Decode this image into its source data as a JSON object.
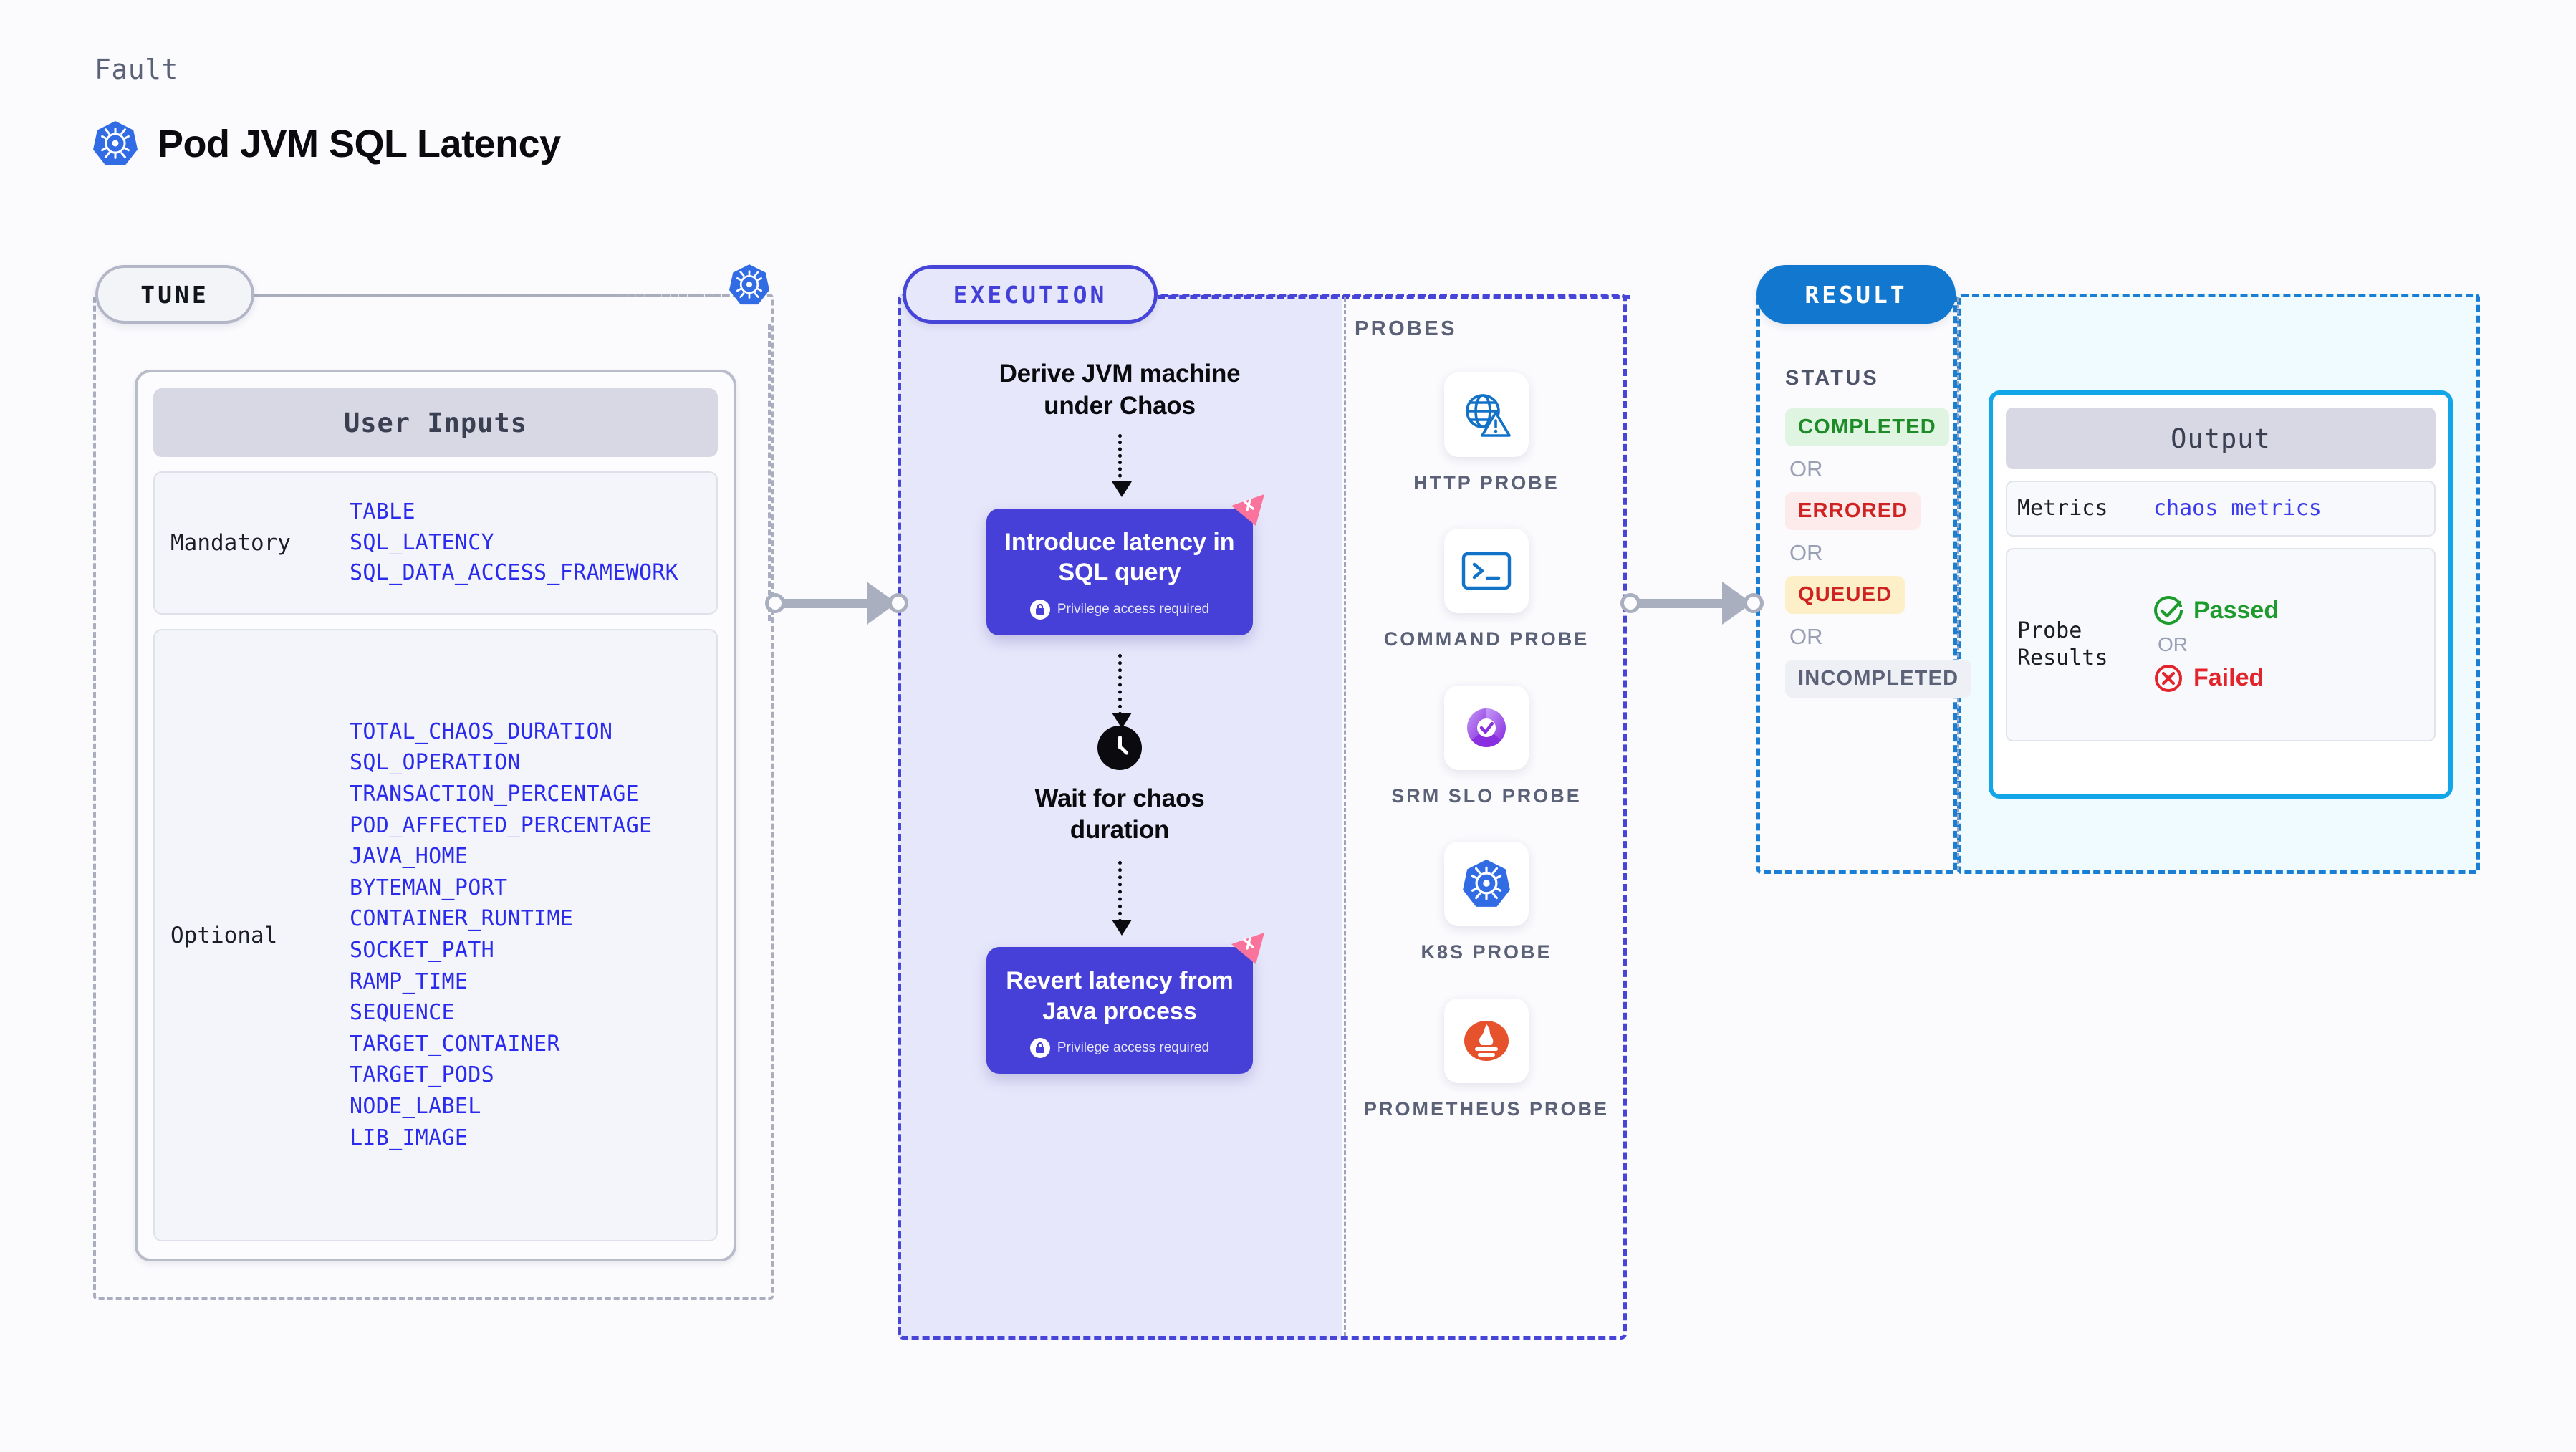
{
  "header": {
    "kicker": "Fault",
    "title": "Pod JVM SQL Latency",
    "icon": "kubernetes-icon"
  },
  "tune": {
    "pill_label": "TUNE",
    "card_title": "User Inputs",
    "groups": [
      {
        "label": "Mandatory",
        "params": [
          "TABLE",
          "SQL_LATENCY",
          "SQL_DATA_ACCESS_FRAMEWORK"
        ]
      },
      {
        "label": "Optional",
        "params": [
          "TOTAL_CHAOS_DURATION",
          "SQL_OPERATION",
          "TRANSACTION_PERCENTAGE",
          "POD_AFFECTED_PERCENTAGE",
          "JAVA_HOME",
          "BYTEMAN_PORT",
          "CONTAINER_RUNTIME",
          "SOCKET_PATH",
          "RAMP_TIME",
          "SEQUENCE",
          "TARGET_CONTAINER",
          "TARGET_PODS",
          "NODE_LABEL",
          "LIB_IMAGE"
        ]
      }
    ]
  },
  "execution": {
    "pill_label": "EXECUTION",
    "step_1": "Derive JVM machine\nunder Chaos",
    "chaos_1": {
      "title": "Introduce latency in SQL query",
      "note": "Privilege access required"
    },
    "wait": "Wait for chaos\nduration",
    "chaos_2": {
      "title": "Revert latency from Java process",
      "note": "Privilege access required"
    }
  },
  "probes": {
    "label": "PROBES",
    "items": [
      {
        "name": "HTTP PROBE",
        "icon": "globe-warning-icon"
      },
      {
        "name": "COMMAND PROBE",
        "icon": "terminal-icon"
      },
      {
        "name": "SRM SLO PROBE",
        "icon": "slo-check-icon"
      },
      {
        "name": "K8S PROBE",
        "icon": "kubernetes-icon"
      },
      {
        "name": "PROMETHEUS PROBE",
        "icon": "prometheus-icon"
      }
    ]
  },
  "result": {
    "pill_label": "RESULT",
    "status_label": "STATUS",
    "or": "OR",
    "statuses": [
      "COMPLETED",
      "ERRORED",
      "QUEUED",
      "INCOMPLETED"
    ],
    "output": {
      "title": "Output",
      "metrics_key": "Metrics",
      "metrics_value": "chaos metrics",
      "probe_key": "Probe\nResults",
      "passed": "Passed",
      "failed": "Failed",
      "or": "OR"
    }
  },
  "colors": {
    "k8s_blue": "#326ce5",
    "exec_purple": "#4740d8",
    "exec_fill": "#e7e7fb",
    "result_blue": "#1278cf",
    "result_fill": "#effbfe",
    "output_border": "#12a6e8",
    "flag_pink": "#f9739d",
    "param_blue": "#2b2bee",
    "pass_green": "#1d9b2c",
    "fail_red": "#e2252c",
    "connector_gray": "#aaafc0"
  }
}
